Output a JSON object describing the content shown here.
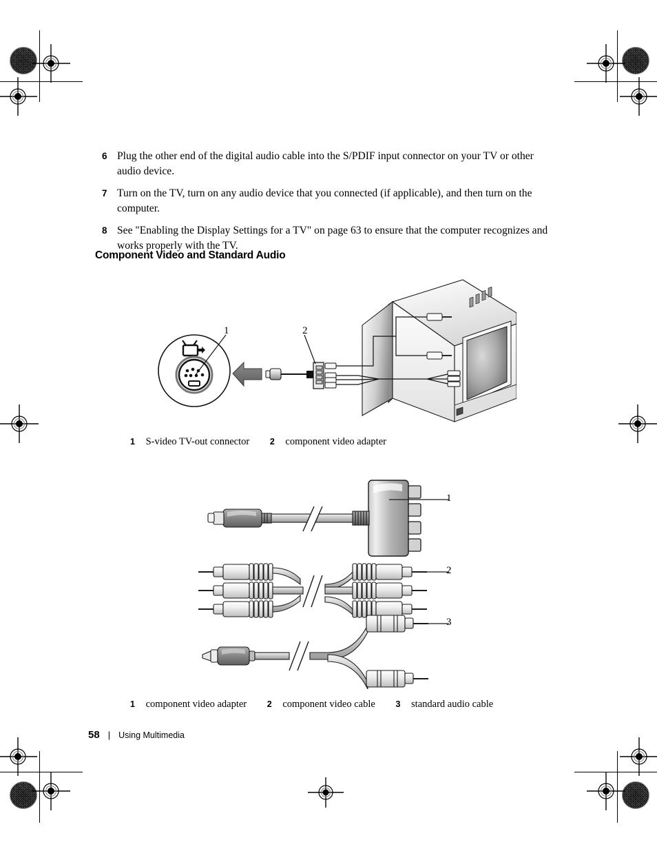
{
  "document": {
    "page_number": "58",
    "section_footer": "Using Multimedia",
    "footer_separator": "|"
  },
  "steps": [
    {
      "number": "6",
      "text": "Plug the other end of the digital audio cable into the S/PDIF input connector on your TV or other audio device."
    },
    {
      "number": "7",
      "text": "Turn on the TV, turn on any audio device that you connected (if applicable), and then turn on the computer."
    },
    {
      "number": "8",
      "text": "See \"Enabling the Display Settings for a TV\" on page 63 to ensure that the computer recognizes and works properly with the TV."
    }
  ],
  "heading": "Component Video and Standard Audio",
  "figure1": {
    "callouts": [
      {
        "id": "1",
        "label": "S-video TV-out connector"
      },
      {
        "id": "2",
        "label": "component video adapter"
      }
    ],
    "marker1": "1",
    "marker2": "2"
  },
  "figure2": {
    "callouts": [
      {
        "id": "1",
        "label": "component video adapter"
      },
      {
        "id": "2",
        "label": "component video cable"
      },
      {
        "id": "3",
        "label": "standard audio cable"
      }
    ],
    "marker1": "1",
    "marker2": "2",
    "marker3": "3"
  },
  "colors": {
    "text": "#000000",
    "metal_light": "#e8e8e8",
    "metal_mid": "#b9b9b9",
    "metal_dark": "#7d7d7d",
    "tv_body": "#f2f2f2",
    "screen": "#9a9a9a"
  }
}
